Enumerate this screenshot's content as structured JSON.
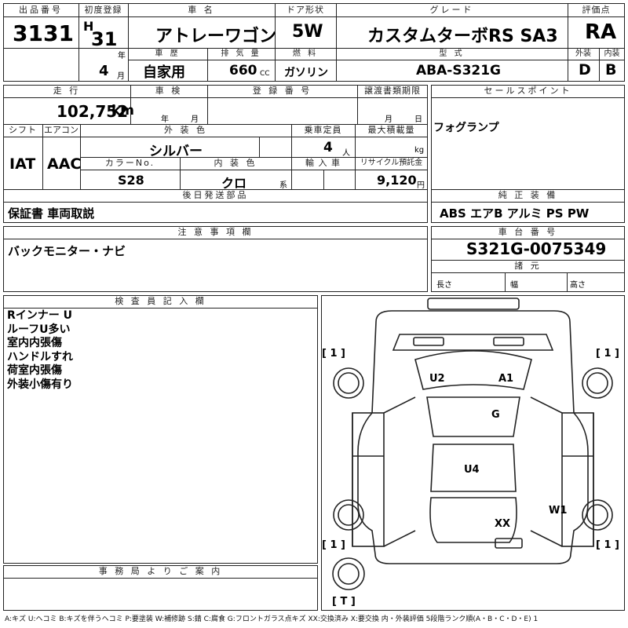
{
  "header": {
    "lot_number_label": "出品番号",
    "lot_number": "3131",
    "first_reg_label": "初度登録",
    "era": "H",
    "year_value": "31",
    "year_unit": "年",
    "month_value": "4",
    "month_unit": "月",
    "car_name_label": "車 名",
    "car_name": "アトレーワゴン",
    "door_label": "ドア形状",
    "door_value": "5W",
    "grade_label": "グレード",
    "grade_value": "カスタムターボRS SA3",
    "score_label": "評価点",
    "score_value": "RA",
    "history_label": "車 歴",
    "history_value": "自家用",
    "displacement_label": "排 気 量",
    "displacement_value": "660",
    "displacement_unit": "CC",
    "fuel_label": "燃 料",
    "fuel_value": "ガソリン",
    "model_label": "型 式",
    "model_value": "ABA-S321G",
    "exterior_label": "外装",
    "exterior_value": "D",
    "interior_label": "内装",
    "interior_value": "B"
  },
  "row2": {
    "mileage_label": "走 行",
    "mileage_value": "102,752",
    "mileage_unit": "km",
    "inspection_label": "車 検",
    "inspection_year_unit": "年",
    "inspection_month_unit": "月",
    "reg_number_label": "登 録 番 号",
    "transfer_label": "譲渡書類期限",
    "transfer_month_unit": "月",
    "transfer_day_unit": "日",
    "sales_point_label": "セールスポイント",
    "sales_point_value": "フォグランプ"
  },
  "row3": {
    "shift_label": "シフト",
    "shift_value": "IAT",
    "ac_label": "エアコン",
    "ac_value": "AAC",
    "ext_color_label": "外 装 色",
    "ext_color_value": "シルバー",
    "capacity_label": "乗車定員",
    "capacity_value": "4",
    "capacity_unit": "人",
    "load_label": "最大積載量",
    "load_unit": "kg",
    "color_no_label": "カラーNo.",
    "color_no_value": "S28",
    "int_color_label": "内 装 色",
    "int_color_value": "クロ",
    "int_color_unit": "系",
    "import_label": "輸 入 車",
    "recycle_label": "リサイクル預託金",
    "recycle_value": "9,120",
    "recycle_unit": "円"
  },
  "row4": {
    "later_parts_label": "後日発送部品",
    "later_parts_value": "保証書 車両取説",
    "genuine_label": "純 正 装 備",
    "genuine_value": "ABS エアB アルミ PS PW"
  },
  "row5": {
    "notes_label": "注 意 事 項 欄",
    "notes_value": "バックモニター・ナビ",
    "chassis_label": "車 台 番 号",
    "chassis_value": "S321G-0075349",
    "spec_label": "諸 元",
    "length_label": "長さ",
    "width_label": "幅",
    "height_label": "高さ"
  },
  "inspector": {
    "label": "検 査 員 記 入 欄",
    "lines": [
      "Rインナー U",
      "ルーフU多い",
      "室内内張傷",
      "ハンドルすれ",
      "荷室内張傷",
      "外装小傷有り"
    ]
  },
  "office": {
    "label": "事 務 局 よ り ご 案 内"
  },
  "diagram": {
    "marks": {
      "u2": "U2",
      "a1": "A1",
      "g": "G",
      "u4": "U4",
      "w1": "W1",
      "xx": "XX"
    },
    "tire_tl": "[ 1 ]",
    "tire_tr": "[ 1 ]",
    "tire_bl": "[ 1 ]",
    "tire_br": "[ 1 ]",
    "spare": "[ T ]"
  },
  "legend": "A:キズ U:ヘコミ B:キズを伴うヘコミ P:要塗装 W:補修跡 S:錆 C:腐食 G:フロントガラス点キズ XX:交換済み X:要交換 内・外装評価 5段階ランク順(A・B・C・D・E) 1"
}
